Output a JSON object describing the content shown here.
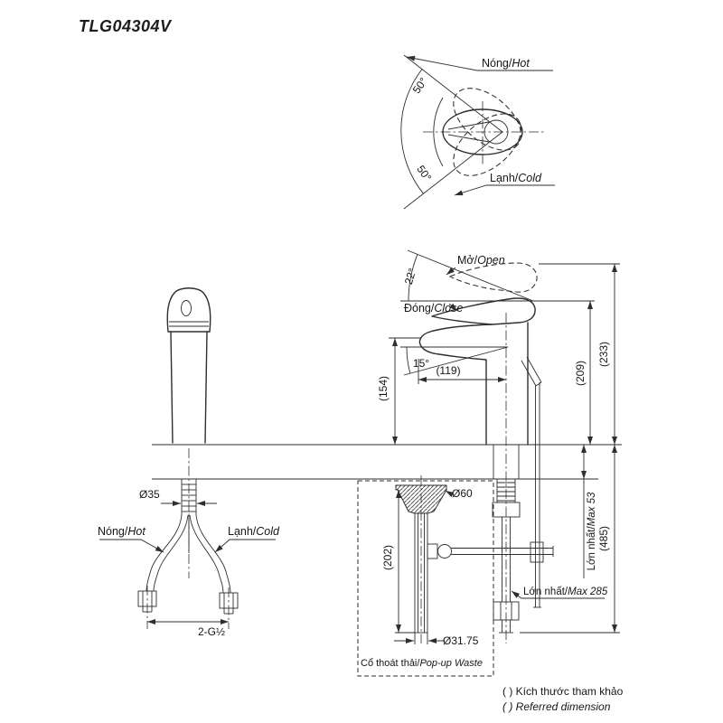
{
  "title": "TLG04304V",
  "colors": {
    "ink": "#2e2e2e",
    "background": "#ffffff"
  },
  "top_view": {
    "angle_upper": "50°",
    "angle_lower": "50°",
    "hot": {
      "vi": "Nóng/",
      "en": "Hot"
    },
    "cold": {
      "vi": "Lạnh/",
      "en": "Cold"
    }
  },
  "side_view": {
    "open": {
      "vi": "Mở/",
      "en": "Open"
    },
    "close": {
      "vi": "Đóng/",
      "en": "Close"
    },
    "angle_open": "22°",
    "angle_spout": "15°",
    "dim_reach": "(119)",
    "dim_height_handle": "(209)",
    "dim_height_open": "(233)",
    "dim_height_spout": "(154)",
    "dim_below_total": "(485)",
    "max_thickness": {
      "vi": "Lớn nhất/",
      "en": "Max 53"
    },
    "max_rod": {
      "vi": "Lớn nhất/",
      "en": "Max 285"
    }
  },
  "front_view": {
    "dim_base": "Ø35",
    "hot": {
      "vi": "Nóng/",
      "en": "Hot"
    },
    "cold": {
      "vi": "Lạnh/",
      "en": "Cold"
    },
    "dim_connector": "2-G½"
  },
  "popup_waste": {
    "dim_flange": "Ø60",
    "dim_body": "(202)",
    "dim_pipe": "Ø31.75",
    "label": {
      "vi": "Cổ thoát thải/",
      "en": "Pop-up Waste"
    }
  },
  "footnote": {
    "vi": "( ) Kích thước tham khảo",
    "en": "( ) Referred dimension"
  }
}
